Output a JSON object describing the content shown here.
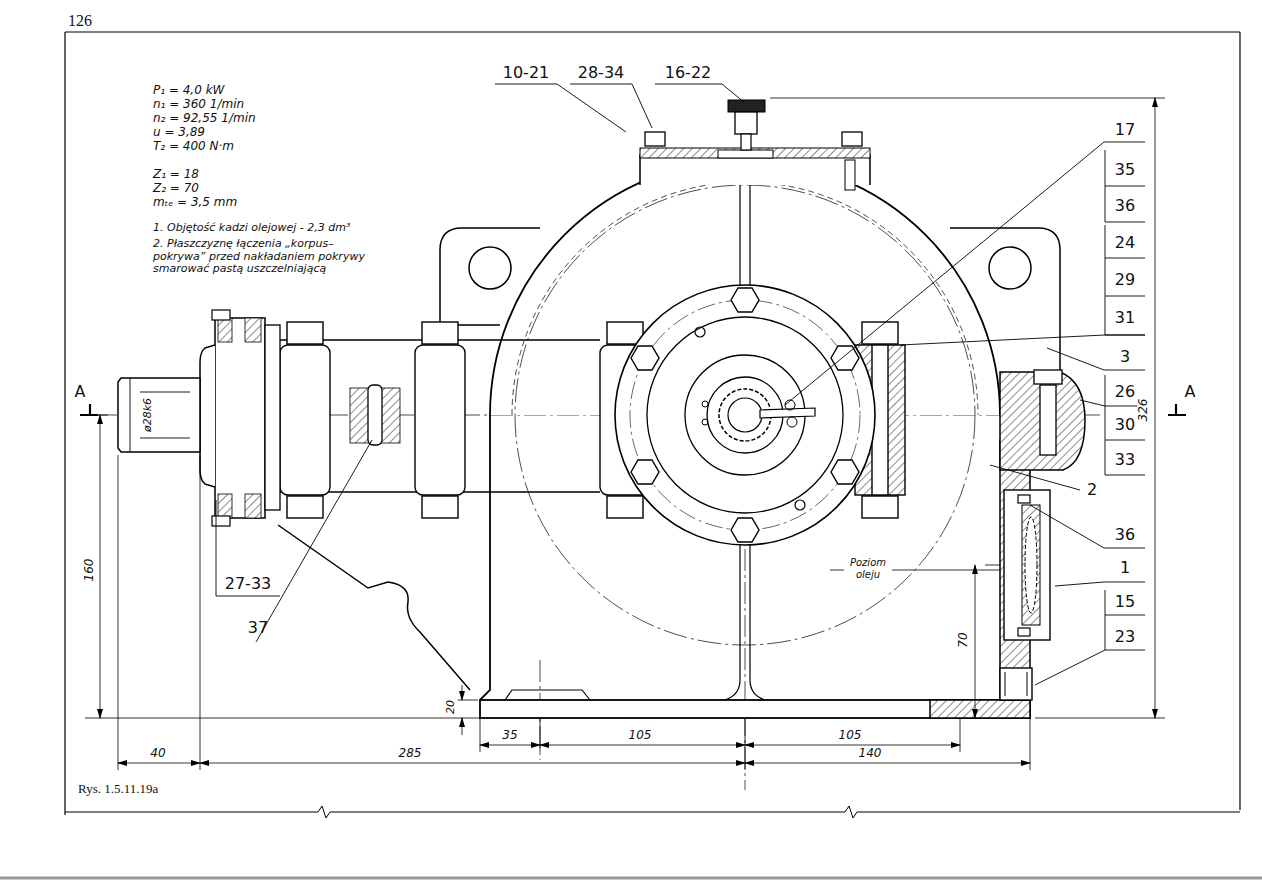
{
  "diagram": {
    "caption": "Rys. 1.5.11.19a",
    "labels": [
      "126",
      "P₁ = 4,0 kW",
      "n₁ = 360 1/min",
      "n₂ = 92,55 1/min",
      "u = 3,89",
      "T₂ = 400 N·m",
      "Z₁ = 18",
      "Z₂ = 70",
      "mₜₑ = 3,5 mm",
      "1. Objętość kadzi olejowej - 2,3 dm³",
      "2. Płaszczyznę łączenia „korpus–pokrywa” przed nakładaniem pokrywy smarować pastą uszczelniającą",
      "10-21",
      "28-34",
      "16-22",
      "17",
      "35",
      "36",
      "24",
      "29",
      "31",
      "3",
      "26",
      "30",
      "33",
      "2",
      "36",
      "1",
      "15",
      "23",
      "27-33",
      "37",
      "A",
      "A",
      "Poziom oleju",
      "ø28k6",
      "160",
      "40",
      "285",
      "35",
      "105",
      "105",
      "140",
      "20",
      "70",
      "326"
    ]
  }
}
